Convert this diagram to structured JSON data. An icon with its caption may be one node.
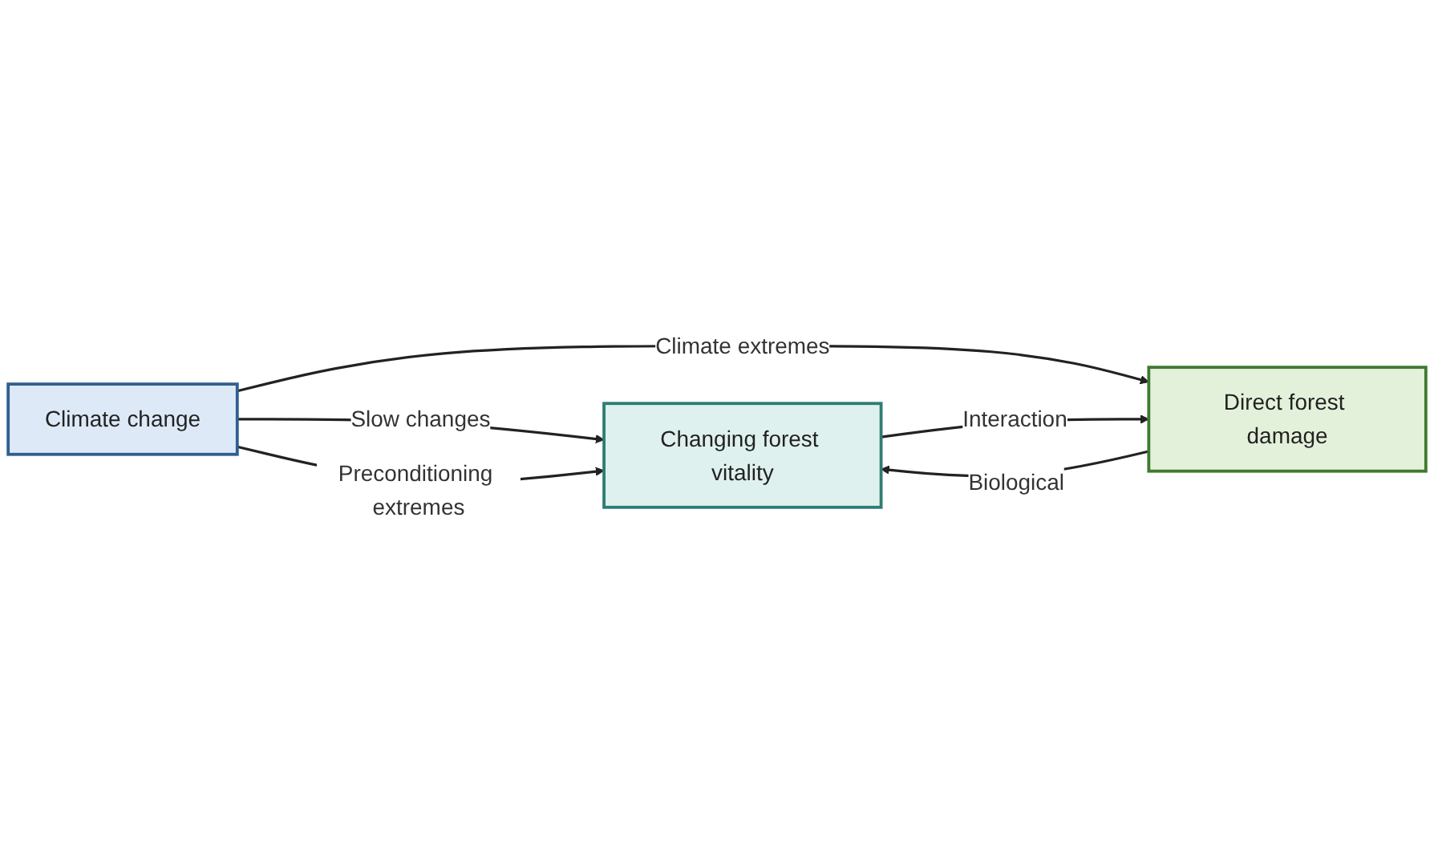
{
  "diagram": {
    "nodes": [
      {
        "text": [
          "Climate change"
        ]
      },
      {
        "text": [
          "Changing forest vitality"
        ]
      },
      {
        "text": [
          "Direct forest damage"
        ]
      }
    ],
    "edges": [
      {
        "from": 0,
        "to": 1,
        "arrow": "to",
        "label": "Slow changes"
      },
      {
        "from": 0,
        "to": 1,
        "arrow": "to",
        "label": "Preconditioning extremes"
      },
      {
        "from": 0,
        "to": 2,
        "arrow": "to",
        "label": "Climate extremes"
      },
      {
        "from": 2,
        "to": 1,
        "arrow": "to",
        "label": "Biological"
      },
      {
        "from": 1,
        "to": 2,
        "arrow": "to",
        "label": "Interaction"
      }
    ]
  }
}
